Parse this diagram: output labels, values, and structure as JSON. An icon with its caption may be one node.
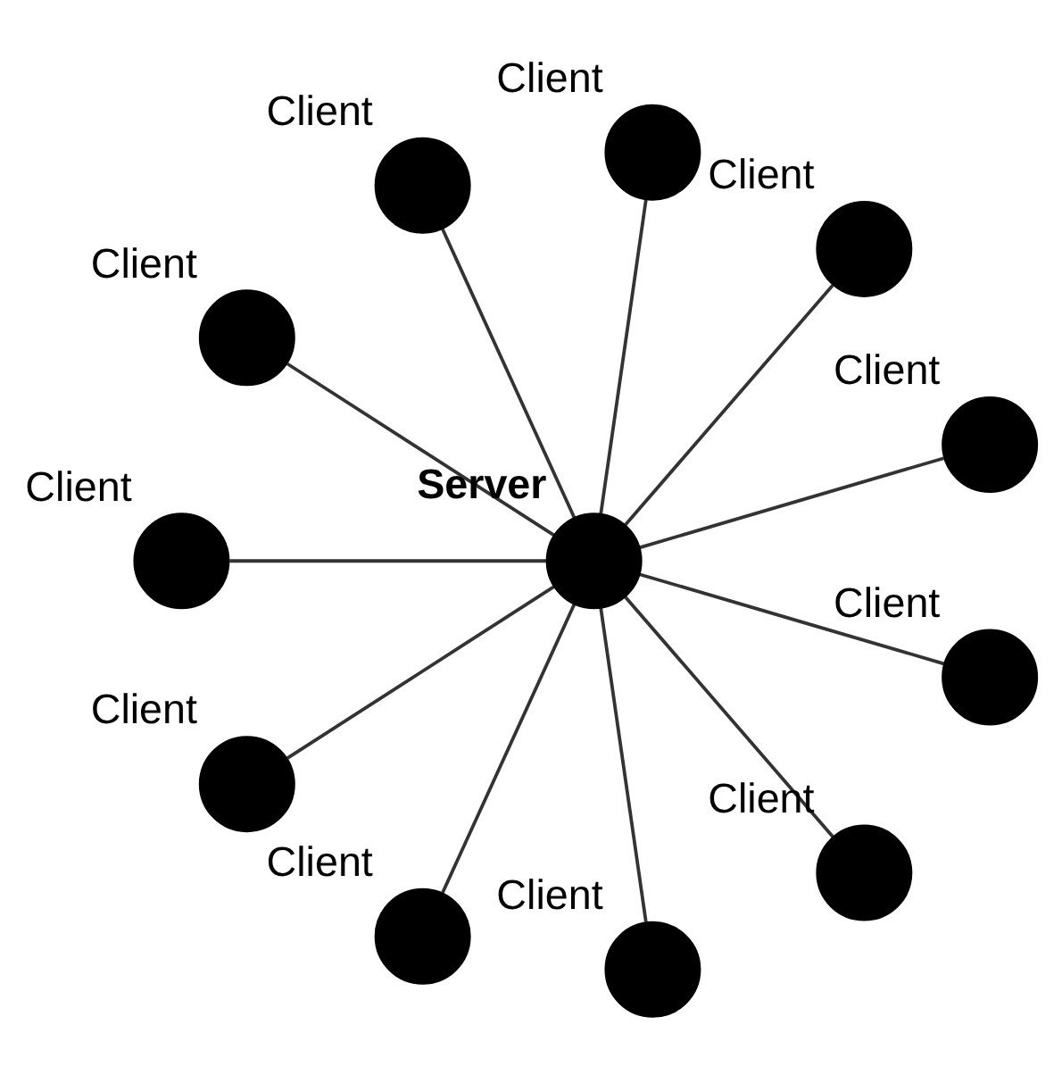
{
  "diagram": {
    "nodes": [
      {
        "text": [],
        "shape": "circle",
        "beside": [
          "Client"
        ]
      },
      {
        "text": [],
        "shape": "circle",
        "beside": [
          "Client"
        ]
      },
      {
        "text": [],
        "shape": "circle",
        "beside": [
          "Client"
        ]
      },
      {
        "text": [],
        "shape": "circle",
        "beside": [
          "Client"
        ]
      },
      {
        "text": [],
        "shape": "circle",
        "beside": [
          "Client"
        ]
      },
      {
        "text": [],
        "shape": "circle",
        "beside": [
          "Client"
        ]
      },
      {
        "text": [],
        "shape": "circle",
        "beside": [
          "Server"
        ]
      },
      {
        "text": [],
        "shape": "circle",
        "beside": [
          "Client"
        ]
      },
      {
        "text": [],
        "shape": "circle",
        "beside": [
          "Client"
        ]
      },
      {
        "text": [],
        "shape": "circle",
        "beside": [
          "Client"
        ]
      },
      {
        "text": [],
        "shape": "circle",
        "beside": [
          "Client"
        ]
      },
      {
        "text": [],
        "shape": "circle",
        "beside": [
          "Client"
        ]
      }
    ],
    "edges": [
      {
        "from": 6,
        "to": 0,
        "arrow": "none"
      },
      {
        "from": 6,
        "to": 1,
        "arrow": "none"
      },
      {
        "from": 6,
        "to": 2,
        "arrow": "none"
      },
      {
        "from": 6,
        "to": 3,
        "arrow": "none"
      },
      {
        "from": 6,
        "to": 4,
        "arrow": "none"
      },
      {
        "from": 6,
        "to": 5,
        "arrow": "none"
      },
      {
        "from": 6,
        "to": 7,
        "arrow": "none"
      },
      {
        "from": 6,
        "to": 8,
        "arrow": "none"
      },
      {
        "from": 6,
        "to": 9,
        "arrow": "none"
      },
      {
        "from": 6,
        "to": 10,
        "arrow": "none"
      },
      {
        "from": 6,
        "to": 11,
        "arrow": "none"
      }
    ]
  }
}
